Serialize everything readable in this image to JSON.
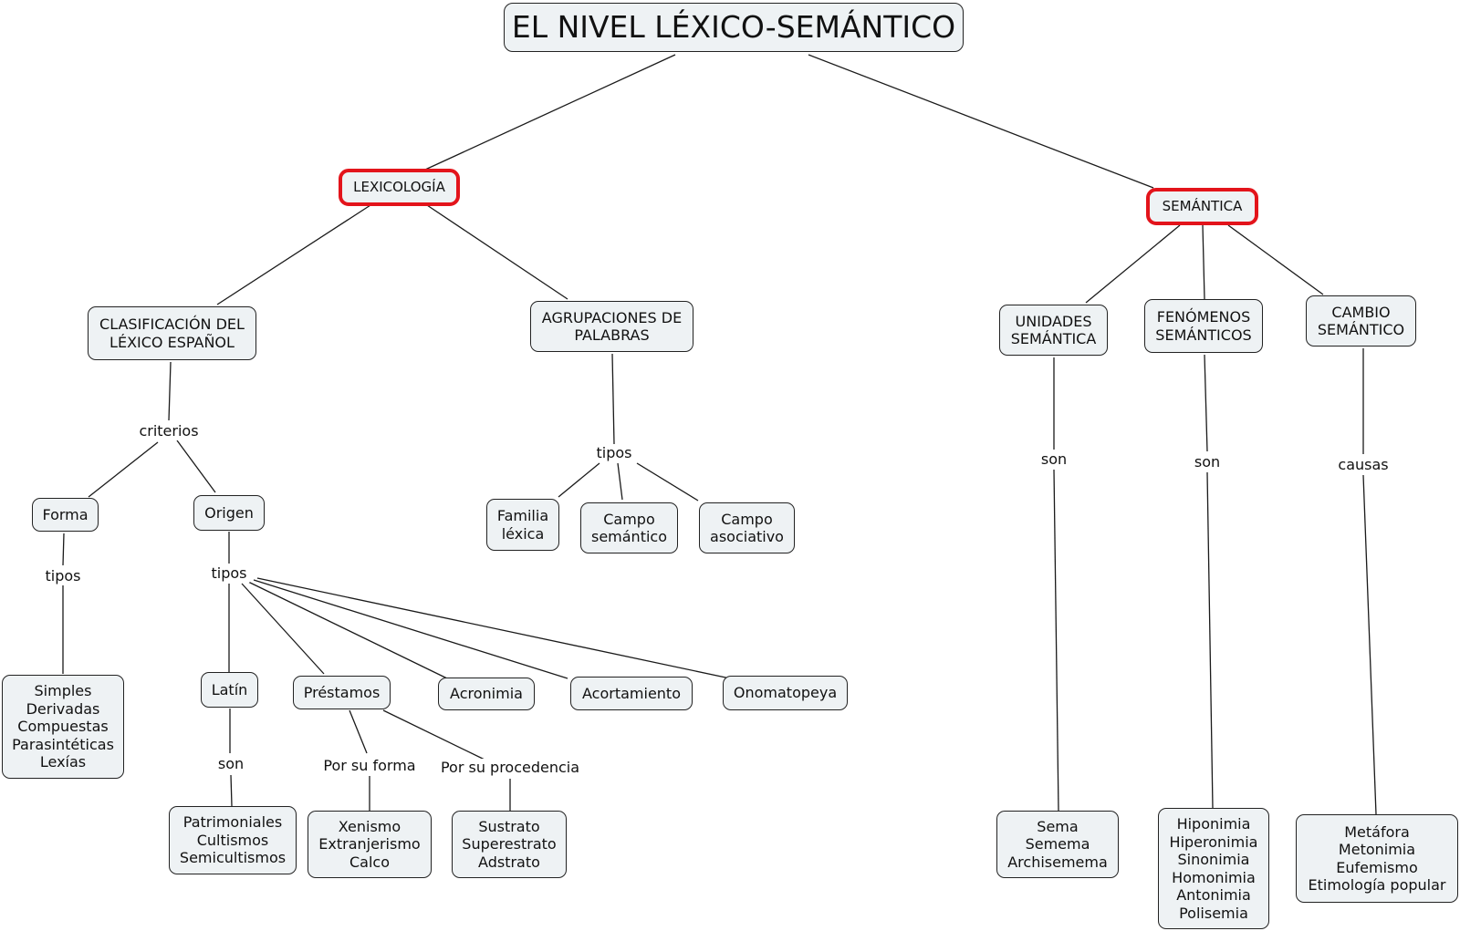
{
  "title": "EL NIVEL LÉXICO-SEMÁNTICO",
  "nodes": {
    "lexicologia": "LEXICOLOGÍA",
    "semantica": "SEMÁNTICA",
    "clasificacion": "CLASIFICACIÓN DEL\nLÉXICO ESPAÑOL",
    "agrupaciones": "AGRUPACIONES DE\nPALABRAS",
    "unidades": "UNIDADES\nSEMÁNTICA",
    "fenomenos": "FENÓMENOS\nSEMÁNTICOS",
    "cambio": "CAMBIO\nSEMÁNTICO",
    "forma": "Forma",
    "origen": "Origen",
    "familia": "Familia\nléxica",
    "campo_semantico": "Campo\nsemántico",
    "campo_asociativo": "Campo\nasociativo",
    "formas_lista": "Simples\nDerivadas\nCompuestas\nParasintéticas\nLexías",
    "latin": "Latín",
    "prestamos": "Préstamos",
    "acronimia": "Acronimia",
    "acortamiento": "Acortamiento",
    "onomatopeya": "Onomatopeya",
    "latin_lista": "Patrimoniales\nCultismos\nSemicultismos",
    "forma_lista": "Xenismo\nExtranjerismo\nCalco",
    "procedencia_lista": "Sustrato\nSuperestrato\nAdstrato",
    "unidades_lista": "Sema\nSemema\nArchisemema",
    "fenomenos_lista": "Hiponimia\nHiperonimia\nSinonimia\nHomonimia\nAntonimia\nPolisemia",
    "cambio_lista": "Metáfora\nMetonimia\nEufemismo\nEtimología popular"
  },
  "linking_words": {
    "criterios": "criterios",
    "tipos_forma": "tipos",
    "tipos_origen": "tipos",
    "tipos_agrupaciones": "tipos",
    "son_latin": "son",
    "por_su_forma": "Por su forma",
    "por_su_procedencia": "Por su procedencia",
    "son_unidades": "son",
    "son_fenomenos": "son",
    "causas": "causas"
  },
  "colors": {
    "highlight_border": "#e3141b",
    "node_fill": "#eef2f4",
    "line": "#1a1a1a"
  }
}
